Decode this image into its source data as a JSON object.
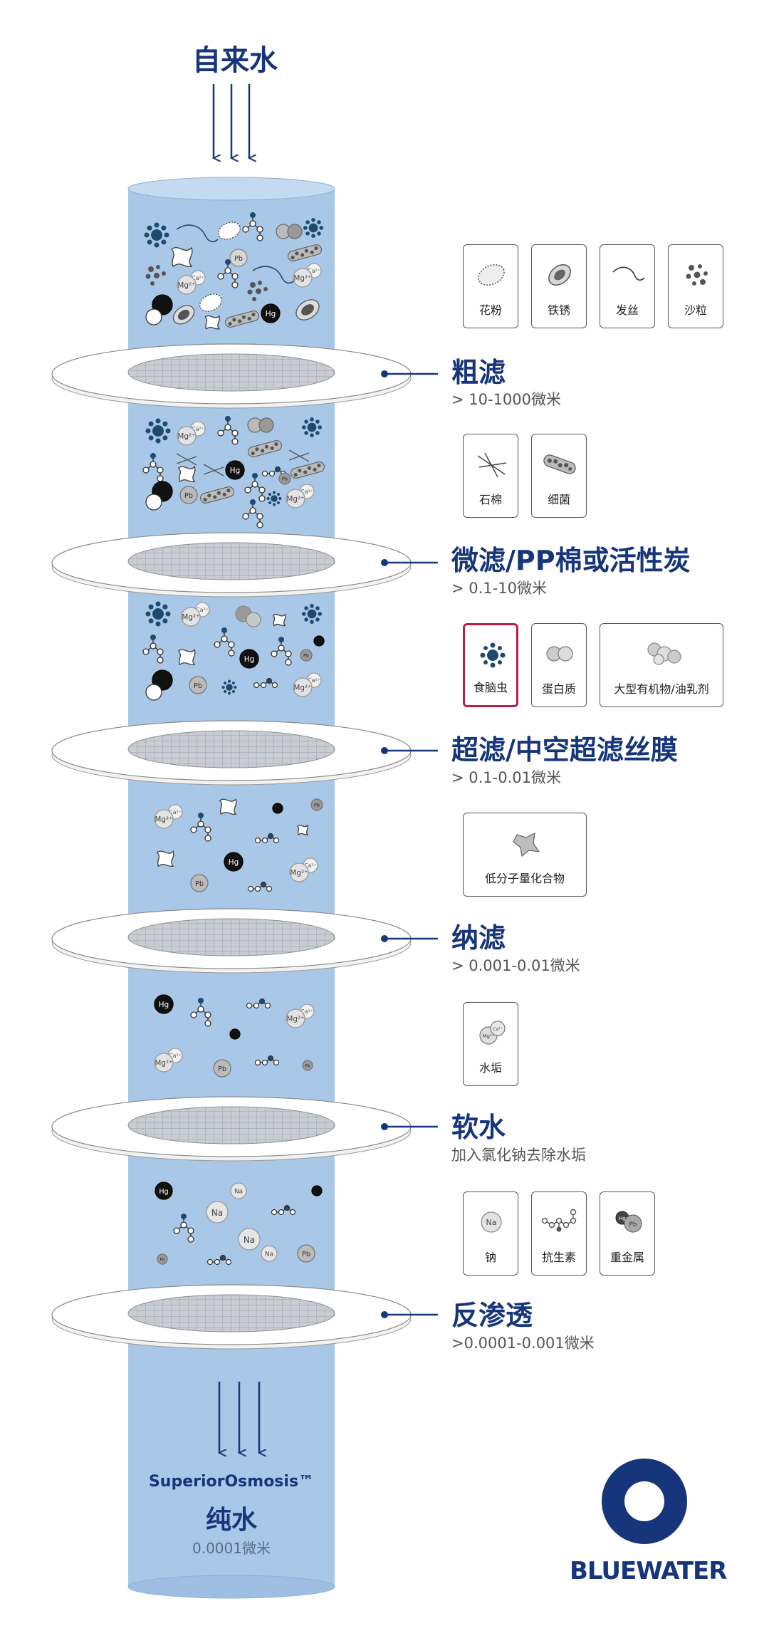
{
  "top_label": "自来水",
  "stages": [
    {
      "title": "粗滤",
      "subtitle": "> 10-1000微米",
      "items": [
        {
          "label": "花粉",
          "icon": "pollen-icon"
        },
        {
          "label": "铁锈",
          "icon": "rust-icon"
        },
        {
          "label": "发丝",
          "icon": "hair-icon"
        },
        {
          "label": "沙粒",
          "icon": "sand-icon"
        }
      ]
    },
    {
      "title": "微滤/PP棉或活性炭",
      "subtitle": "> 0.1-10微米",
      "items": [
        {
          "label": "石棉",
          "icon": "asbestos-icon"
        },
        {
          "label": "细菌",
          "icon": "bacteria-icon"
        }
      ]
    },
    {
      "title": "超滤/中空超滤丝膜",
      "subtitle": "> 0.1-0.01微米",
      "items": [
        {
          "label": "食脑虫",
          "icon": "amoeba-icon"
        },
        {
          "label": "蛋白质",
          "icon": "protein-icon"
        },
        {
          "label": "大型有机物/油乳剂",
          "icon": "organic-icon"
        }
      ]
    },
    {
      "title": "纳滤",
      "subtitle": "> 0.001-0.01微米",
      "items": [
        {
          "label": "低分子量化合物",
          "icon": "compound-icon"
        }
      ]
    },
    {
      "title": "软水",
      "subtitle": "加入氯化钠去除水垢",
      "items": [
        {
          "label": "水垢",
          "icon": "scale-icon"
        }
      ]
    },
    {
      "title": "反渗透",
      "subtitle": ">0.0001-0.001微米",
      "items": [
        {
          "label": "钠",
          "icon": "sodium-icon"
        },
        {
          "label": "抗生素",
          "icon": "antibiotic-icon"
        },
        {
          "label": "重金属",
          "icon": "heavy-metal-icon"
        }
      ]
    }
  ],
  "bottom": {
    "brand_line": "SuperiorOsmosis™",
    "title": "纯水",
    "subtitle": "0.0001微米"
  },
  "logo_text": "BLUEWATER",
  "particle_labels": {
    "mg": "Mg²⁺",
    "ca": "Ca²⁺",
    "pb": "Pb",
    "hg": "Hg",
    "na": "Na"
  },
  "colors": {
    "navy": "#16357a",
    "column": "#a9c8e8",
    "column_top": "#c3daf1",
    "highlight": "#b51f45",
    "disk": "#ffffff"
  }
}
